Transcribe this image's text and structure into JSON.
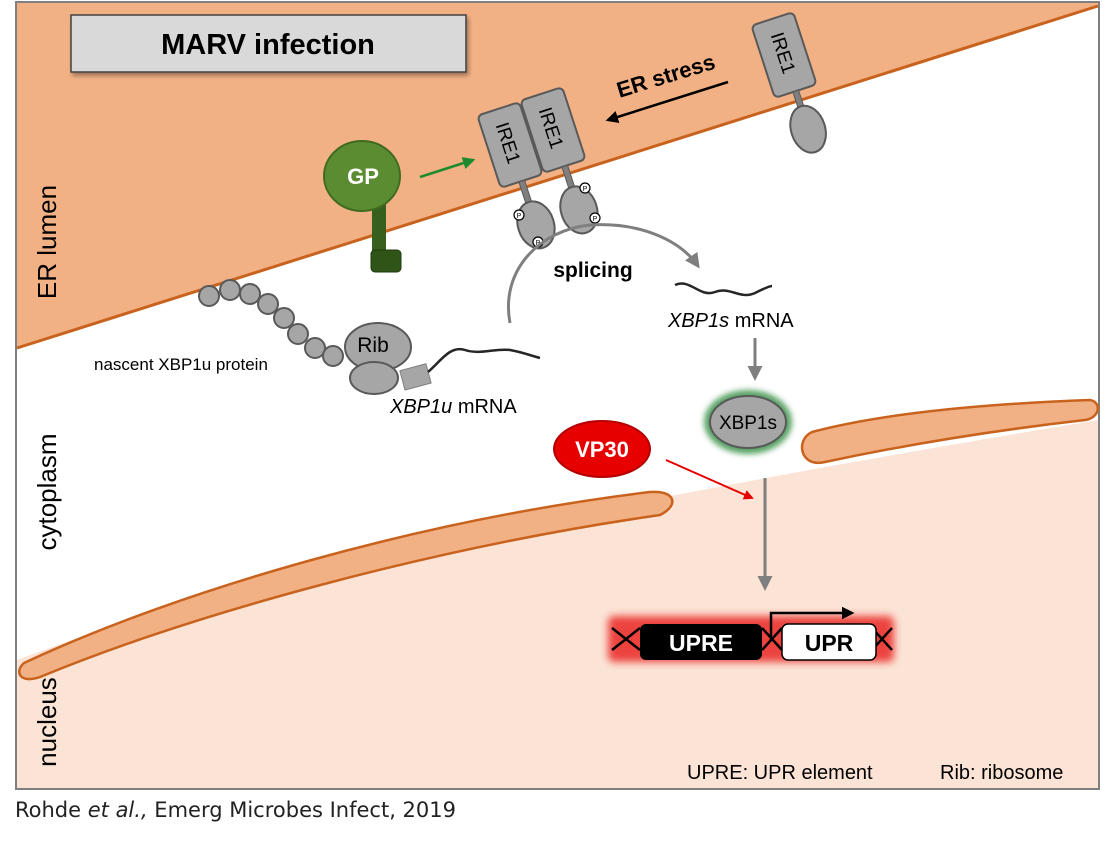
{
  "title": "MARV infection",
  "compartments": {
    "er_lumen": "ER lumen",
    "cytoplasm": "cytoplasm",
    "nucleus": "nucleus"
  },
  "labels": {
    "gp": "GP",
    "ire1": "IRE1",
    "er_stress": "ER stress",
    "splicing": "splicing",
    "rib": "Rib",
    "nascent_protein": "nascent XBP1u protein",
    "xbp1u_gene": "XBP1u",
    "xbp1s_gene": "XBP1s",
    "mrna": "mRNA",
    "xbp1s_protein": "XBP1s",
    "vp30": "VP30",
    "upre": "UPRE",
    "upr": "UPR",
    "phospho": "P"
  },
  "legend": {
    "upre_def": "UPRE: UPR element",
    "rib_def": "Rib: ribosome"
  },
  "citation": {
    "authors": "Rohde ",
    "etal": "et al.,",
    "rest": " Emerg Microbes Infect, 2019"
  },
  "colors": {
    "er": "#f2b184",
    "nucleus": "#fbe3d5",
    "membrane": "#c8621d",
    "gp": "#5b8c32",
    "vp30": "#e60000",
    "xbp1s_glow": "#2e8b3e",
    "protein_gray": "#a6a6a6"
  }
}
